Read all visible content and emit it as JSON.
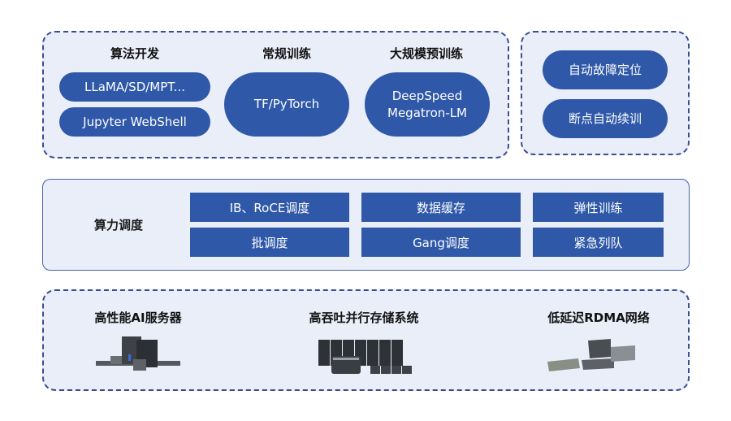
{
  "top_panel": {
    "columns": [
      {
        "heading": "算法开发",
        "pills": [
          "LLaMA/SD/MPT...",
          "Jupyter WebShell"
        ]
      },
      {
        "heading": "常规训练",
        "pills": [
          "TF/PyTorch"
        ]
      },
      {
        "heading": "大规模预训练",
        "pills": [
          "DeepSpeed",
          "Megatron-LM"
        ]
      }
    ]
  },
  "fault_panel": {
    "pills": [
      "自动故障定位",
      "断点自动续训"
    ]
  },
  "scheduling_panel": {
    "label": "算力调度",
    "cells": [
      "IB、RoCE调度",
      "数据缓存",
      "弹性训练",
      "批调度",
      "Gang调度",
      "紧急列队"
    ]
  },
  "hardware_panel": {
    "items": [
      {
        "label": "高性能AI服务器",
        "icon": "server-icon"
      },
      {
        "label": "高吞吐并行存储系统",
        "icon": "storage-icon"
      },
      {
        "label": "低延迟RDMA网络",
        "icon": "network-switch-icon"
      }
    ]
  },
  "colors": {
    "accent": "#2f58a9",
    "panel_bg": "#e9eef8",
    "border": "#3b4c93"
  }
}
